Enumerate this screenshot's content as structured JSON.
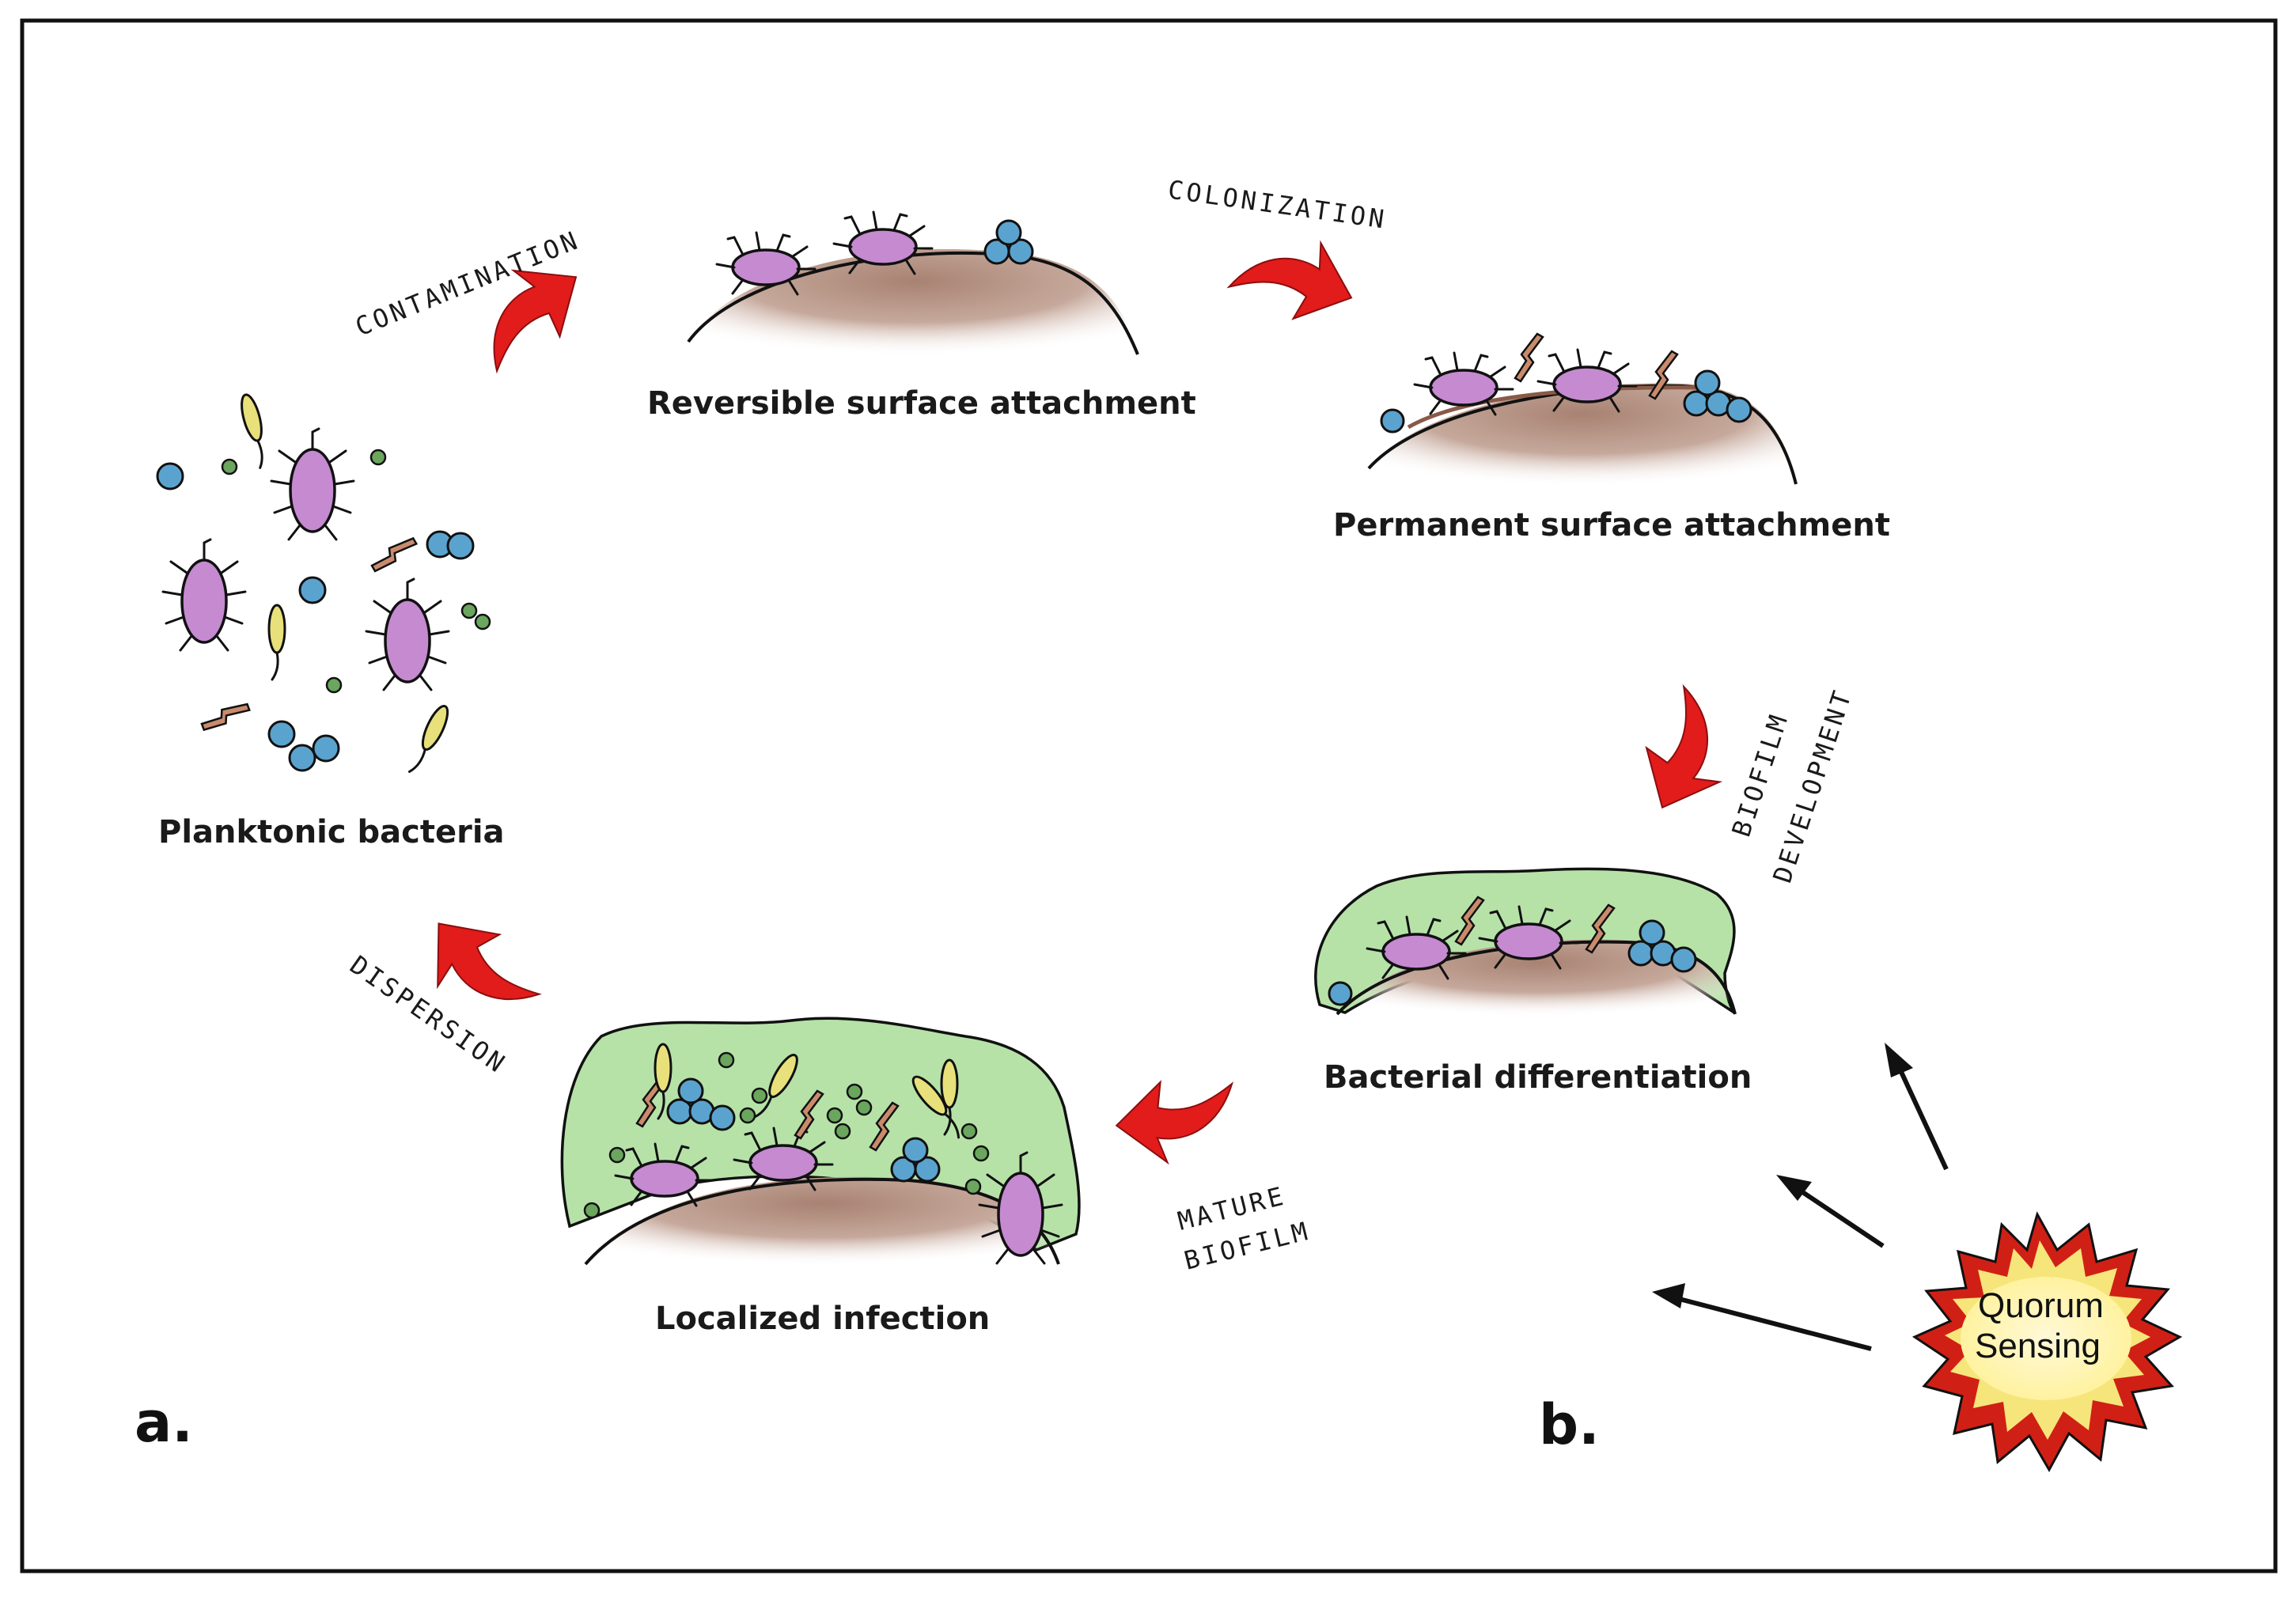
{
  "stages": {
    "planktonic": "Planktonic bacteria",
    "reversible": "Reversible surface attachment",
    "permanent": "Permanent surface attachment",
    "differentiation": "Bacterial differentiation",
    "localized": "Localized infection"
  },
  "steps": {
    "contamination": "CONTAMINATION",
    "colonization": "COLONIZATION",
    "biofilm_development_line1": "BIOFILM",
    "biofilm_development_line2": "DEVELOPMENT",
    "mature_biofilm_line1": "MATURE",
    "mature_biofilm_line2": "BIOFILM",
    "dispersion": "DISPERSION"
  },
  "quorum_sensing": {
    "line1": "Quorum",
    "line2": "Sensing"
  },
  "panels": {
    "a": "a.",
    "b": "b."
  },
  "colors": {
    "arrow_red": "#e21b1b",
    "bacteria_purple": "#c58ad0",
    "coccus_blue": "#5ba3cf",
    "matrix_green": "#b6e2a8",
    "surface_brown": "#b08a7a"
  }
}
